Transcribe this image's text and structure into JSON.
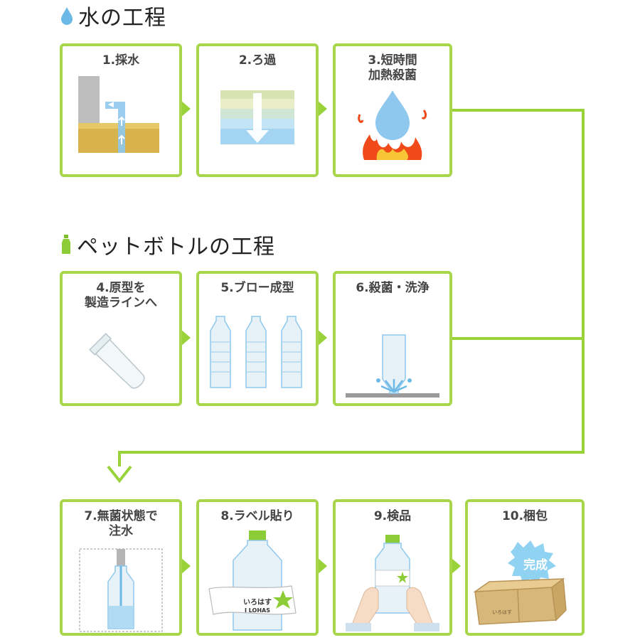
{
  "sections": {
    "water": {
      "title": "水の工程",
      "icon": "water-drop-icon"
    },
    "bottle": {
      "title": "ペットボトルの工程",
      "icon": "bottle-icon"
    }
  },
  "steps": [
    {
      "label": "1.採水",
      "icon": "water-pump-icon"
    },
    {
      "label": "2.ろ過",
      "icon": "filter-icon"
    },
    {
      "label": "3.短時間\n加熱殺菌",
      "icon": "heat-sterilize-icon"
    },
    {
      "label": "4.原型を\n製造ラインへ",
      "icon": "preform-icon"
    },
    {
      "label": "5.ブロー成型",
      "icon": "bottles-icon"
    },
    {
      "label": "6.殺菌・洗浄",
      "icon": "bottle-rinse-icon"
    },
    {
      "label": "7.無菌状態で\n注水",
      "icon": "fill-bottle-icon"
    },
    {
      "label": "8.ラベル貼り",
      "icon": "label-bottle-icon"
    },
    {
      "label": "9.検品",
      "icon": "inspect-icon"
    },
    {
      "label": "10.梱包",
      "icon": "box-package-icon"
    }
  ],
  "product_label": {
    "brand_jp": "いろはす",
    "brand_en": "I LOHAS"
  },
  "badge": {
    "text": "完成"
  },
  "colors": {
    "accent": "#a8d64a",
    "arrow": "#9ad23a",
    "water": "#8fc8ee",
    "fire": "#f04a1a"
  }
}
